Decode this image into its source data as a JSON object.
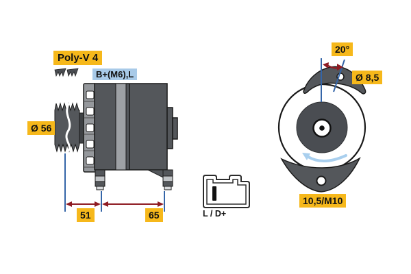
{
  "diagram": {
    "title": "alternator-technical-drawing",
    "labels": {
      "belt_type": "Poly-V 4",
      "terminals": "B+(M6),L",
      "pulley_diameter": "Ø 56",
      "bracket_angle": "20°",
      "ear_hole_diameter": "Ø 8,5",
      "bottom_hole": "10,5/M10",
      "dim_pulley_to_flange": "51",
      "dim_flange_to_rear": "65",
      "connector": "L / D+"
    },
    "colors": {
      "highlight_yellow": "#F6B81B",
      "highlight_blue": "#A8CAE8",
      "body_dark_gray": "#54575B",
      "body_light_gray": "#97999D",
      "construction_line_blue": "#3465A8",
      "dimension_arrow_red": "#8E1B22",
      "rotation_arrow_blue": "#A9CFEE",
      "outline_black": "#1A1A1A"
    },
    "icons": [
      {
        "name": "belt-profile-icon",
        "meaning": "poly-v belt cross section"
      },
      {
        "name": "rotation-direction-arrow-icon",
        "meaning": "counter-clockwise rotation"
      }
    ]
  }
}
